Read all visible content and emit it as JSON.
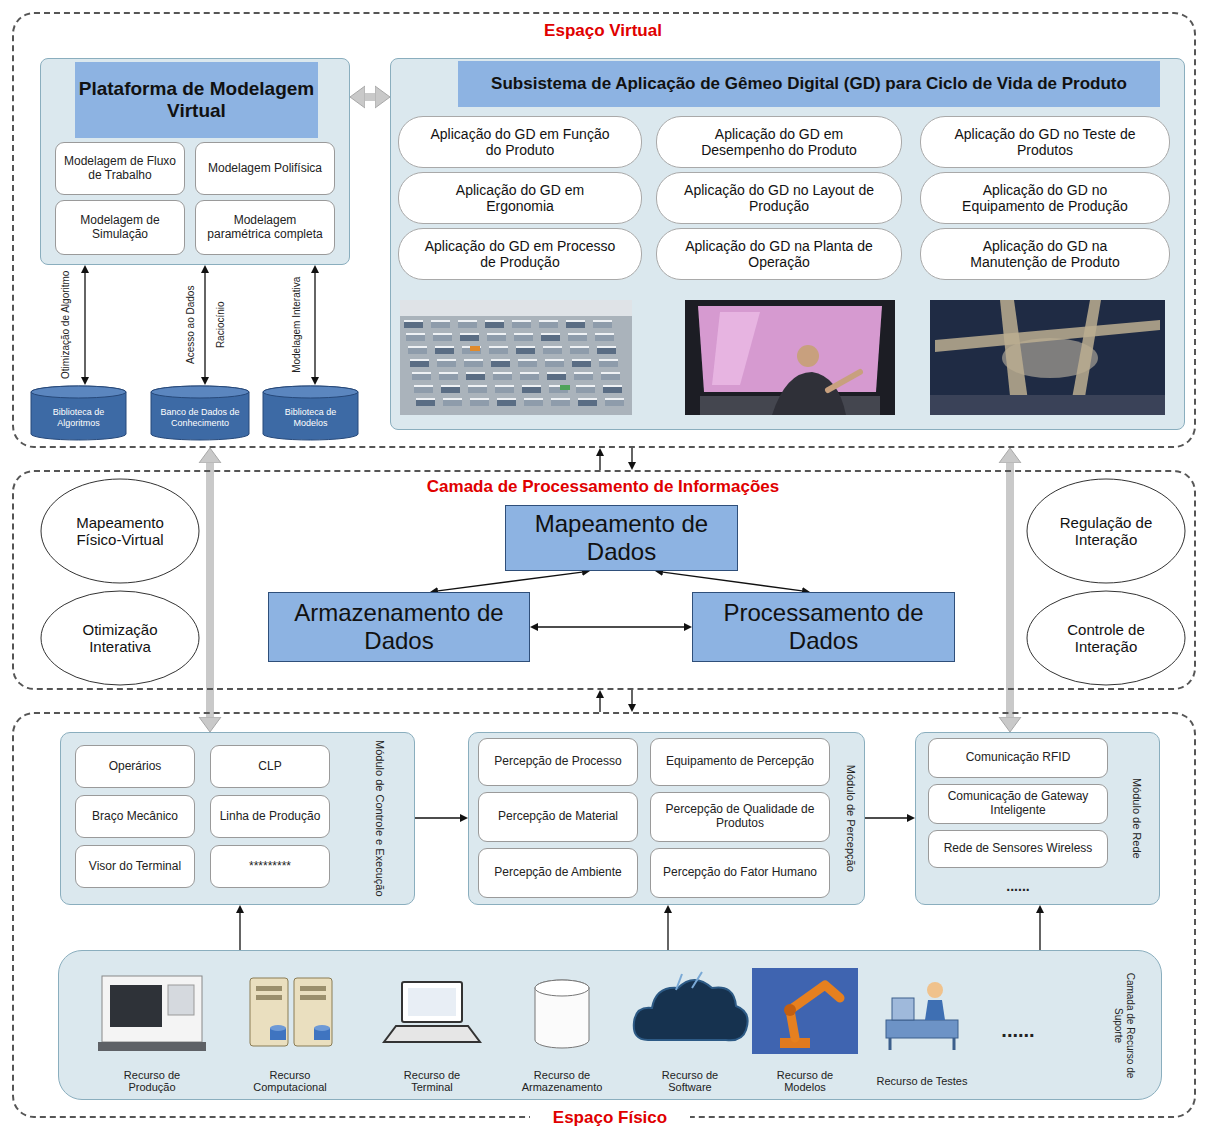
{
  "diagram": {
    "nodes": [
      {
        "text": [
          "Espaço Virtual"
        ]
      },
      {
        "text": [
          "Plataforma de Modelagem Virtual"
        ],
        "in": 0
      },
      {
        "text": [
          "Modelagem de Fluxo de Trabalho"
        ],
        "in": 1
      },
      {
        "text": [
          "Modelagem Polifísica"
        ],
        "in": 1
      },
      {
        "text": [
          "Modelagem de Simulação"
        ],
        "in": 1
      },
      {
        "text": [
          "Modelagem paramétrica completa"
        ],
        "in": 1
      },
      {
        "text": [
          "Biblioteca de Algoritmos"
        ],
        "in": 0
      },
      {
        "text": [
          "Banco de Dados de Conhecimento"
        ],
        "in": 0
      },
      {
        "text": [
          "Biblioteca de Modelos"
        ],
        "in": 0
      },
      {
        "text": [
          "Subsistema de Aplicação de Gêmeo Digital (GD) para Ciclo de Vida de Produto"
        ],
        "in": 0
      },
      {
        "text": [
          "Aplicação do GD em Função do Produto"
        ],
        "in": 9
      },
      {
        "text": [
          "Aplicação do GD em Desempenho do Produto"
        ],
        "in": 9
      },
      {
        "text": [
          "Aplicação do GD no Teste de Produtos"
        ],
        "in": 9
      },
      {
        "text": [
          "Aplicação do GD em Ergonomia"
        ],
        "in": 9
      },
      {
        "text": [
          "Aplicação do GD no Layout de Produção"
        ],
        "in": 9
      },
      {
        "text": [
          "Aplicação do GD no Equipamento de Produção"
        ],
        "in": 9
      },
      {
        "text": [
          "Aplicação do GD em Processo de Produção"
        ],
        "in": 9
      },
      {
        "text": [
          "Aplicação do GD na Planta de Operação"
        ],
        "in": 9
      },
      {
        "text": [
          "Aplicação do GD na Manutenção de Produto"
        ],
        "in": 9
      },
      {
        "text": [
          "Camada de Processamento de Informações"
        ]
      },
      {
        "text": [
          "Mapeamento Físico-Virtual"
        ],
        "in": 19
      },
      {
        "text": [
          "Otimização Interativa"
        ],
        "in": 19
      },
      {
        "text": [
          "Mapeamento de Dados"
        ],
        "in": 19
      },
      {
        "text": [
          "Armazenamento de Dados"
        ],
        "in": 19
      },
      {
        "text": [
          "Processamento de Dados"
        ],
        "in": 19
      },
      {
        "text": [
          "Regulação de Interação"
        ],
        "in": 19
      },
      {
        "text": [
          "Controle de Interação"
        ],
        "in": 19
      },
      {
        "text": [
          "Espaço Físico"
        ]
      },
      {
        "text": [
          "Módulo de Controle e Execução"
        ],
        "in": 27
      },
      {
        "text": [
          "Operários"
        ],
        "in": 28
      },
      {
        "text": [
          "CLP"
        ],
        "in": 28
      },
      {
        "text": [
          "Braço Mecânico"
        ],
        "in": 28
      },
      {
        "text": [
          "Linha de Produção"
        ],
        "in": 28
      },
      {
        "text": [
          "Visor do Terminal"
        ],
        "in": 28
      },
      {
        "text": [
          "*********"
        ],
        "in": 28
      },
      {
        "text": [
          "Módulo de Percepção"
        ],
        "in": 27
      },
      {
        "text": [
          "Percepção de Processo"
        ],
        "in": 35
      },
      {
        "text": [
          "Equipamento de Percepção"
        ],
        "in": 35
      },
      {
        "text": [
          "Percepção de Material"
        ],
        "in": 35
      },
      {
        "text": [
          "Percepção de Qualidade de Produtos"
        ],
        "in": 35
      },
      {
        "text": [
          "Percepção de Ambiente"
        ],
        "in": 35
      },
      {
        "text": [
          "Percepção do Fator Humano"
        ],
        "in": 35
      },
      {
        "text": [
          "Módulo de Rede"
        ],
        "in": 27
      },
      {
        "text": [
          "Comunicação RFID"
        ],
        "in": 42
      },
      {
        "text": [
          "Comunicação de Gateway Inteligente"
        ],
        "in": 42
      },
      {
        "text": [
          "Rede de Sensores Wireless"
        ],
        "in": 42
      },
      {
        "text": [
          "Camada de Recurso de Suporte"
        ],
        "in": 27
      }
    ],
    "edges": [
      {
        "from": 1,
        "to": 9,
        "arrow": "both"
      },
      {
        "from": 1,
        "to": 6,
        "arrow": "both",
        "label": "Otimização de Algoritmo"
      },
      {
        "from": 1,
        "to": 7,
        "arrow": "both",
        "label": "Acesso ao Dados"
      },
      {
        "from": 1,
        "to": 8,
        "arrow": "both",
        "label": "Modelagem Interativa"
      },
      {
        "from": 19,
        "to": 0,
        "arrow": "to"
      },
      {
        "from": 0,
        "to": 19,
        "arrow": "to"
      },
      {
        "from": 0,
        "to": 28,
        "arrow": "both"
      },
      {
        "from": 0,
        "to": 42,
        "arrow": "both"
      },
      {
        "from": 22,
        "to": 23,
        "arrow": "both"
      },
      {
        "from": 22,
        "to": 24,
        "arrow": "both"
      },
      {
        "from": 23,
        "to": 24,
        "arrow": "both"
      },
      {
        "from": 27,
        "to": 19,
        "arrow": "to"
      },
      {
        "from": 19,
        "to": 27,
        "arrow": "to"
      },
      {
        "from": 28,
        "to": 35,
        "arrow": "to"
      },
      {
        "from": 35,
        "to": 42,
        "arrow": "to"
      },
      {
        "from": 46,
        "to": 28,
        "arrow": "to"
      },
      {
        "from": 46,
        "to": 35,
        "arrow": "to"
      },
      {
        "from": 46,
        "to": 42,
        "arrow": "to"
      }
    ],
    "labels": [
      "Raciocínio",
      "Recurso de Produção",
      "Recurso Computacional",
      "Recurso de Terminal",
      "Recurso de Armazenamento",
      "Recurso de Software",
      "Recurso de Modelos",
      "Recurso de Testes",
      "......",
      "......"
    ]
  }
}
